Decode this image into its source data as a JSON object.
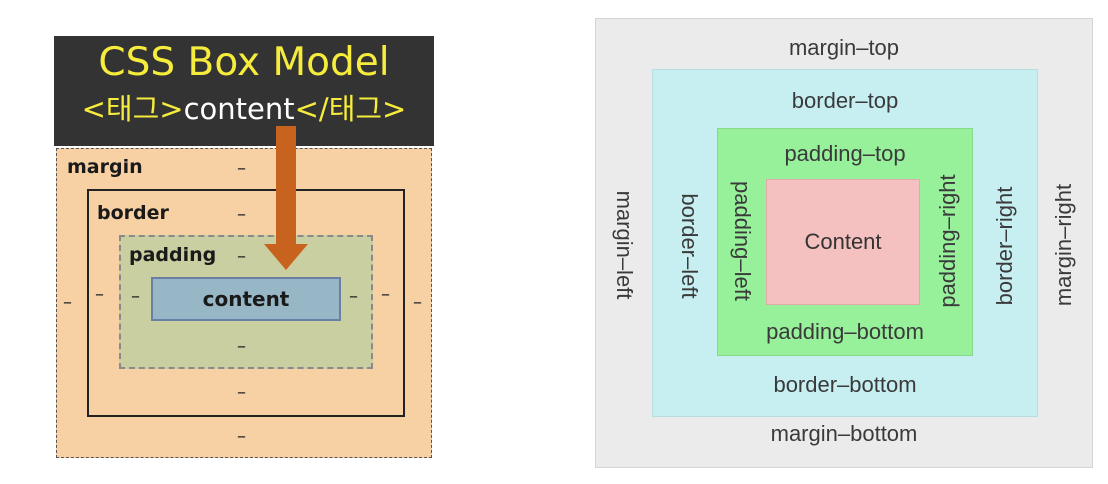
{
  "left_diagram": {
    "title": "CSS Box Model",
    "tag_open": "<태그>",
    "tag_content": "content",
    "tag_close": "</태그>",
    "labels": {
      "margin": "margin",
      "border": "border",
      "padding": "padding",
      "content": "content"
    },
    "dash": "–"
  },
  "right_diagram": {
    "margin_top": "margin–top",
    "margin_bottom": "margin–bottom",
    "margin_left": "margin–left",
    "margin_right": "margin–right",
    "border_top": "border–top",
    "border_bottom": "border–bottom",
    "border_left": "border–left",
    "border_right": "border–right",
    "padding_top": "padding–top",
    "padding_bottom": "padding–bottom",
    "padding_left": "padding–left",
    "padding_right": "padding–right",
    "content": "Content"
  },
  "colors": {
    "left_header_bg": "#333333",
    "left_title": "#f5ec3c",
    "left_margin": "#f7d1a4",
    "left_padding": "#c9cfa0",
    "left_content": "#97b7c6",
    "arrow": "#c8621f",
    "right_margin": "#ebebeb",
    "right_border": "#c7eff1",
    "right_padding": "#97f09a",
    "right_content": "#f5c0c0"
  }
}
